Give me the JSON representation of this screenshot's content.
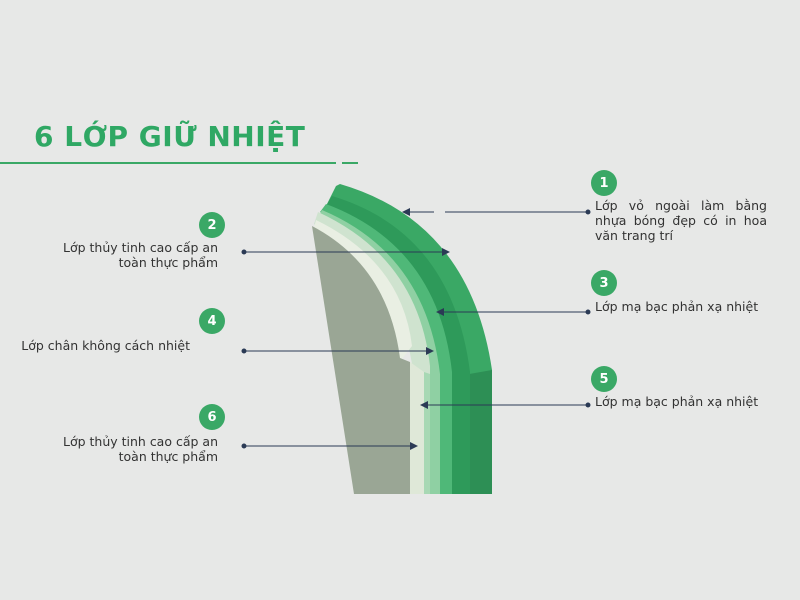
{
  "title": "6 LỚP GIỮ NHIỆT",
  "colors": {
    "accent": "#3aa866",
    "outer_shell": "#3aa865",
    "outer_shell_dark": "#2a8a52",
    "silver_plating": "#8fd0a3",
    "glass": "#c8dcc9",
    "vacuum": "#e6ecdf",
    "inner_core": "#9aa695",
    "background": "#e7e8e7"
  },
  "layers": [
    {
      "number": "1",
      "label": "Lớp vỏ ngoài làm bằng nhựa bóng đẹp có in hoa văn trang trí"
    },
    {
      "number": "2",
      "label": "Lớp thủy tinh cao cấp an toàn thực phẩm"
    },
    {
      "number": "3",
      "label": "Lớp mạ bạc phản xạ nhiệt"
    },
    {
      "number": "4",
      "label": "Lớp chân không cách nhiệt"
    },
    {
      "number": "5",
      "label": "Lớp mạ bạc phản xạ nhiệt"
    },
    {
      "number": "6",
      "label": "Lớp thủy tinh cao cấp an toàn thực phẩm"
    }
  ]
}
